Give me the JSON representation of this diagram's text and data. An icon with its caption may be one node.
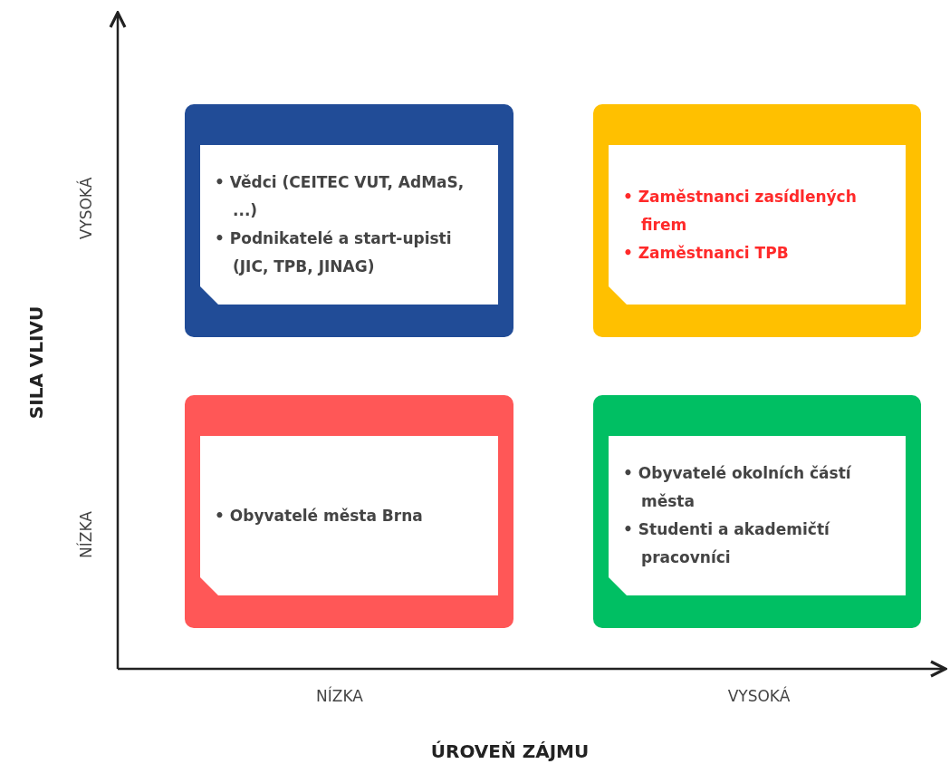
{
  "diagram": {
    "nodes": [
      {
        "text": [],
        "shape": "box"
      },
      {
        "text": [
          "• Vědci (CEITEC VUT, AdMaS, ...)",
          "• Podnikatelé a start-upisti (JIC, TPB, JINAG)"
        ],
        "in": 0
      },
      {
        "text": [],
        "shape": "box"
      },
      {
        "text": [
          "• Zaměstnanci zasídlených firem",
          "• Zaměstnanci TPB"
        ],
        "in": 2
      },
      {
        "text": [],
        "shape": "box"
      },
      {
        "text": [
          "• Obyvatelé města Brna"
        ],
        "in": 4
      },
      {
        "text": [],
        "shape": "box"
      },
      {
        "text": [
          "• Obyvatelé okolních částí města",
          "• Studenti a akademičtí pracovníci"
        ],
        "in": 6
      }
    ],
    "edges": [],
    "labels": [
      "VYSOKÁ",
      "SILA VLIVU",
      "NÍZKA",
      "NÍZKA",
      "VYSOKÁ",
      "ÚROVEŇ ZÁJMU"
    ]
  }
}
